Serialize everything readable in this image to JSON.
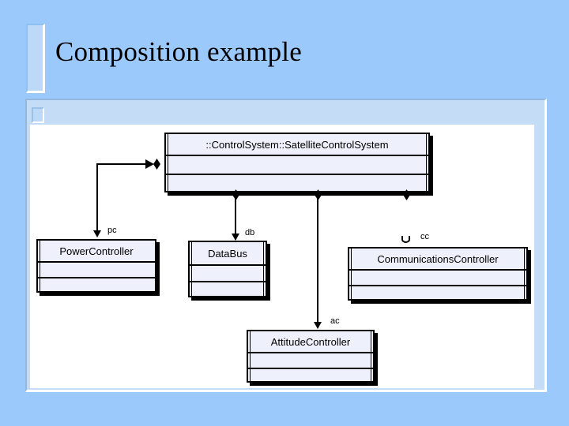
{
  "slide": {
    "title": "Composition example",
    "background_color": "#9cc9fb",
    "content_background_color": "#ffffff"
  },
  "diagram": {
    "type": "uml-composition",
    "whole": {
      "name": "::ControlSystem::SatelliteControlSystem",
      "compartments": [
        "name",
        "attributes",
        "operations"
      ]
    },
    "parts": [
      {
        "name": "PowerController",
        "role": "pc"
      },
      {
        "name": "DataBus",
        "role": "db"
      },
      {
        "name": "CommunicationsController",
        "role": "cc"
      },
      {
        "name": "AttitudeController",
        "role": "ac"
      }
    ],
    "class_fill_color": "#eef0fb",
    "line_color": "#000000"
  }
}
